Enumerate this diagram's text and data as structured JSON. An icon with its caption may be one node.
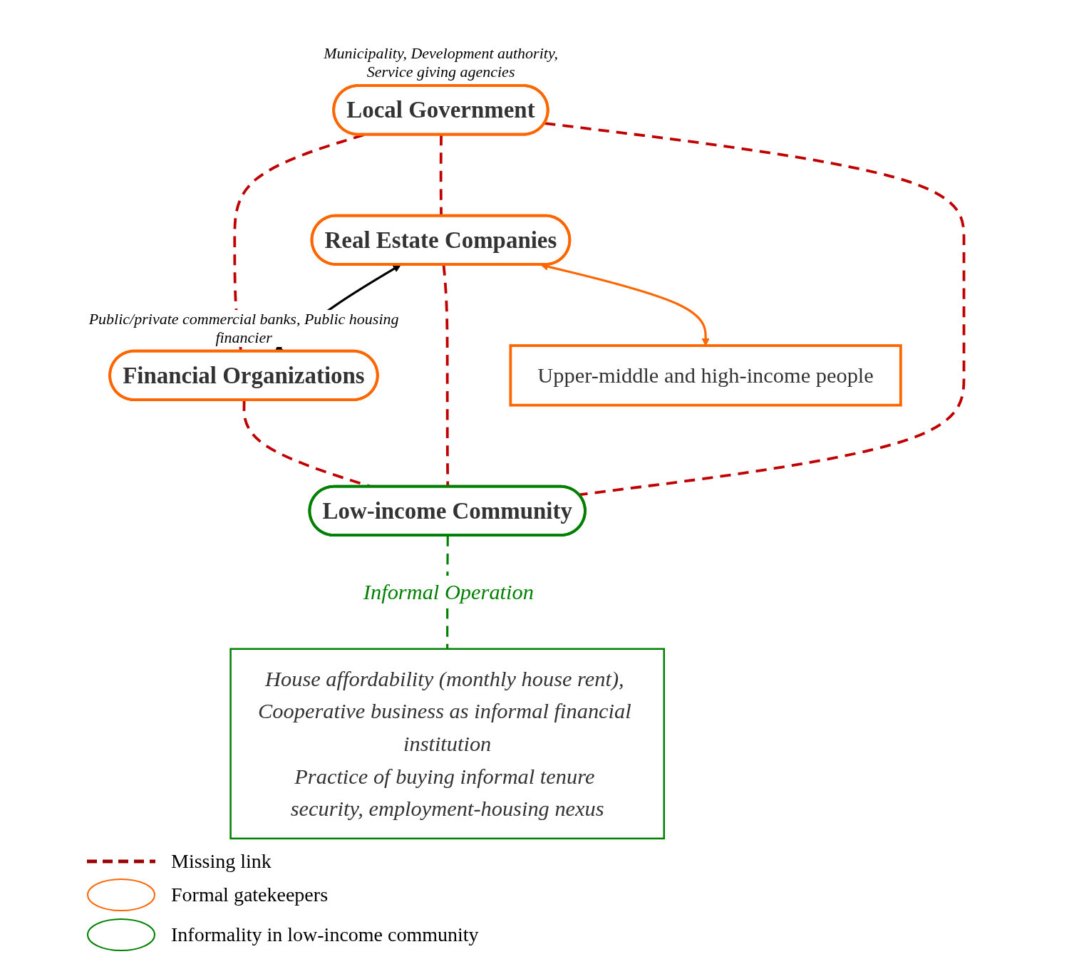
{
  "diagram": {
    "nodes": [
      {
        "text": [
          "Local Government"
        ],
        "beside": [
          "Municipality, Development authority, Service giving agencies"
        ]
      },
      {
        "text": [
          "Financial Organizations"
        ],
        "beside": [
          "Public/private commercial banks, Public housing financier"
        ]
      },
      {
        "text": [
          "Real Estate Companies"
        ]
      },
      {
        "text": [
          "Low-income Community"
        ]
      },
      {
        "text": [
          "Upper-middle and high-income people"
        ]
      },
      {
        "text": [
          "House affordability (monthly house rent), Cooperative business as informal financial institution",
          "Practice of buying informal tenure security, employment-housing nexus"
        ]
      }
    ],
    "edges": [
      {
        "from": 0,
        "to": 1,
        "arrow": "none",
        "style": "dashed"
      },
      {
        "from": 0,
        "to": 2,
        "arrow": "none",
        "style": "dashed"
      },
      {
        "from": 0,
        "to": 3,
        "arrow": "none",
        "style": "dashed"
      },
      {
        "from": 1,
        "to": 3,
        "arrow": "none",
        "style": "dashed"
      },
      {
        "from": 2,
        "to": 1,
        "arrow": "both",
        "color": "#000000"
      },
      {
        "from": 2,
        "to": 3,
        "arrow": "none",
        "style": "dashed"
      },
      {
        "from": 2,
        "to": 4,
        "arrow": "both",
        "color": "#ff6600"
      },
      {
        "from": 3,
        "to": 5,
        "arrow": "none",
        "style": "dashed",
        "color": "#008000",
        "label": "Informal Operation"
      }
    ],
    "legend": [
      {
        "text": "Missing link"
      },
      {
        "text": "Formal gatekeepers"
      },
      {
        "text": "Informality in low-income community"
      }
    ]
  }
}
